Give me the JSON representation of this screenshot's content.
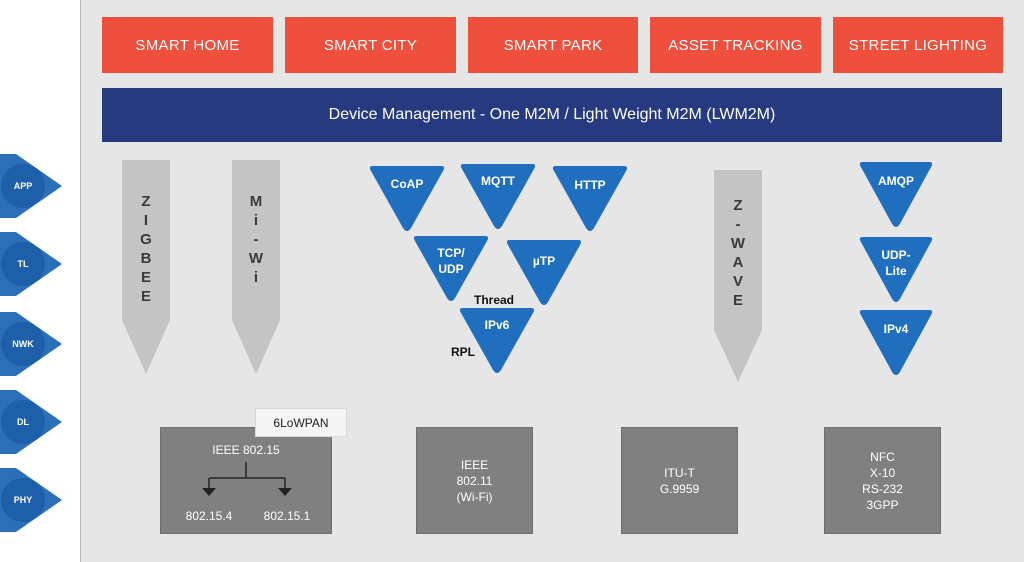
{
  "applications": [
    "SMART HOME",
    "SMART CITY",
    "SMART PARK",
    "ASSET TRACKING",
    "STREET LIGHTING"
  ],
  "device_management": "Device Management - One M2M / Light Weight M2M (LWM2M)",
  "layers": [
    "APP",
    "TL",
    "NWK",
    "DL",
    "PHY"
  ],
  "vertical_stacks": {
    "zigbee": "Z\nI\nG\nB\nE\nE",
    "miwi": "M\ni\n-\nW\ni",
    "zwave": "Z\n-\nW\nA\nV\nE"
  },
  "protocols": {
    "coap": "CoAP",
    "mqtt": "MQTT",
    "http": "HTTP",
    "tcp_udp": [
      "TCP/",
      "UDP"
    ],
    "utp": "µTP",
    "ipv6": "IPv6",
    "thread": "Thread",
    "rpl": "RPL",
    "amqp": "AMQP",
    "udp_lite": [
      "UDP-",
      "Lite"
    ],
    "ipv4": "IPv4"
  },
  "phy": {
    "sixlowpan": "6LoWPAN",
    "ieee_802_15": "IEEE 802.15",
    "ieee_802_15_4": "802.15.4",
    "ieee_802_15_1": "802.15.1",
    "wifi": [
      "IEEE",
      "802.11",
      "(Wi-Fi)"
    ],
    "itu": [
      "ITU-T",
      "G.9959"
    ],
    "other": [
      "NFC",
      "X-10",
      "RS-232",
      "3GPP"
    ]
  },
  "colors": {
    "app_red": "#ef4f3d",
    "dm_navy": "#27397f",
    "proto_blue": "#1f6fbe",
    "layer_blue": "#1d5fa8",
    "stack_gray": "#c4c4c4",
    "phy_gray": "#808080"
  }
}
